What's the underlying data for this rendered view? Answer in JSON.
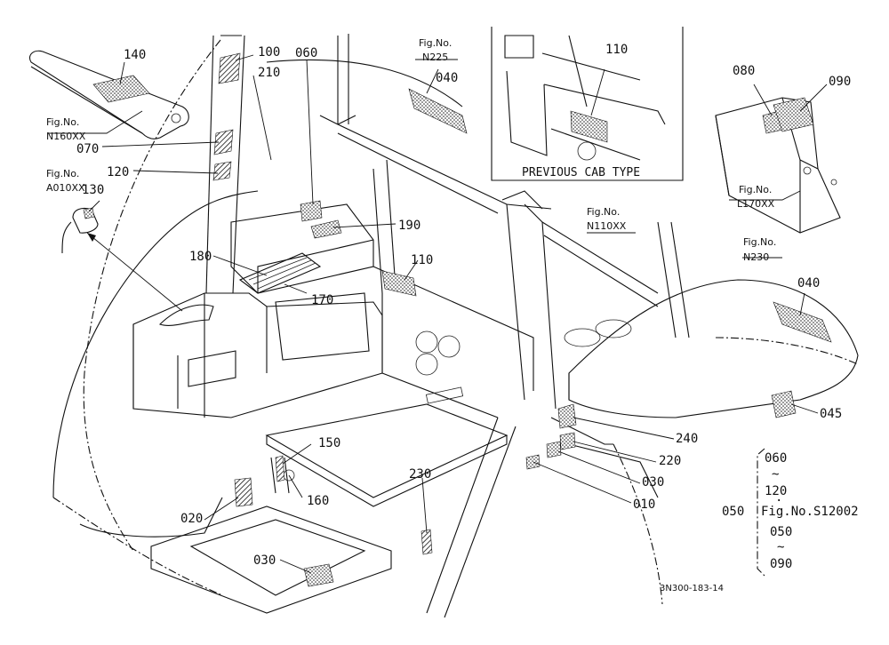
{
  "labels": {
    "l140": "140",
    "l100": "100",
    "l210": "210",
    "l060": "060",
    "l070": "070",
    "l120": "120",
    "l130": "130",
    "l180": "180",
    "l170": "170",
    "l190": "190",
    "l110a": "110",
    "l110b": "110",
    "l040a": "040",
    "l040b": "040",
    "l080": "080",
    "l090": "090",
    "l045": "045",
    "l240": "240",
    "l220": "220",
    "l030a": "030",
    "l010": "010",
    "l150": "150",
    "l160": "160",
    "l020": "020",
    "l230": "230",
    "l030b": "030"
  },
  "figrefs": {
    "n160_a": "Fig.No.",
    "n160_b": "N160XX",
    "a010_a": "Fig.No.",
    "a010_b": "A010XX",
    "n225_a": "Fig.No.",
    "n225_b": "N225",
    "l170_a": "Fig.No.",
    "l170_b": "L170XX",
    "n110_a": "Fig.No.",
    "n110_b": "N110XX",
    "n230_a": "Fig.No.",
    "n230_b": "N230"
  },
  "inset": {
    "caption": "PREVIOUS CAB TYPE"
  },
  "group_ref": {
    "top": "060",
    "tilde1": "~",
    "mid": "120",
    "dot": "·",
    "left": "050",
    "fig": "Fig.No.S12002",
    "sub_top": "050",
    "tilde2": "~",
    "sub_bottom": "090"
  },
  "drawing_number": "3N300-183-14",
  "colors": {
    "ink": "#111111",
    "paper": "#ffffff"
  }
}
